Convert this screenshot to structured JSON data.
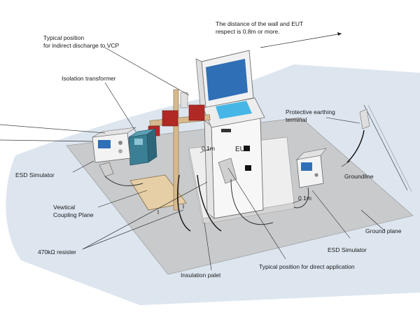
{
  "labels": {
    "wall_note_line1": "The distance of the wall and EUT",
    "wall_note_line2": "respect is 0.8m or more.",
    "indirect_line1": "Typical position",
    "indirect_line2": "for indirect discharge to VCP",
    "isolation_transformer": "Isolation transformer",
    "protective_line1": "Protective earthing",
    "protective_line2": "terminal",
    "dist_left": "0.1m",
    "eut": "EUT",
    "esd_left": "ESD Simulator",
    "dist_right": "0.1m",
    "groundline": "Groundline",
    "vcp_line1": "Vewtical",
    "vcp_line2": "Coupling Plane",
    "ground_plane": "Ground plane",
    "resister": "470kΩ resister",
    "esd_right": "ESD Simulator",
    "direct_application": "Typical position for direct application",
    "insulation_palet": "Insulation palet"
  },
  "colors": {
    "floor": "#dde6ef",
    "ground_plane": "#c8cacc",
    "palet": "#e8e8e8",
    "vcp_wood": "#e6cfa6",
    "clamp_red": "#b02a25",
    "screen_blue": "#2f6fb6",
    "transformer_teal": "#3b7f95"
  }
}
